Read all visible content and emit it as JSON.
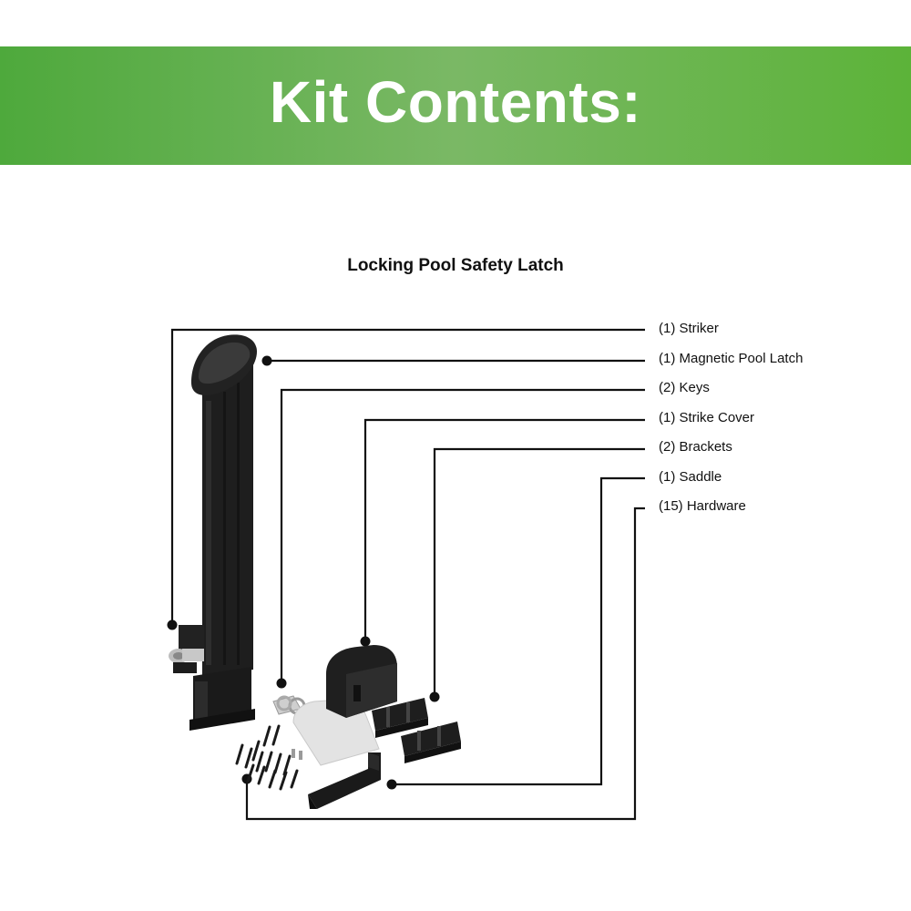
{
  "banner": {
    "title": "Kit Contents:"
  },
  "product": {
    "name": "Locking Pool Safety Latch"
  },
  "parts": [
    {
      "label": "(1) Striker"
    },
    {
      "label": "(1) Magnetic Pool Latch"
    },
    {
      "label": "(2) Keys"
    },
    {
      "label": "(1) Strike Cover"
    },
    {
      "label": "(2) Brackets"
    },
    {
      "label": "(1) Saddle"
    },
    {
      "label": "(15) Hardware"
    }
  ],
  "colors": {
    "banner_start": "#4ea93c",
    "banner_end": "#5cb339",
    "parts": "#1c1c1c",
    "leader": "#111111"
  }
}
